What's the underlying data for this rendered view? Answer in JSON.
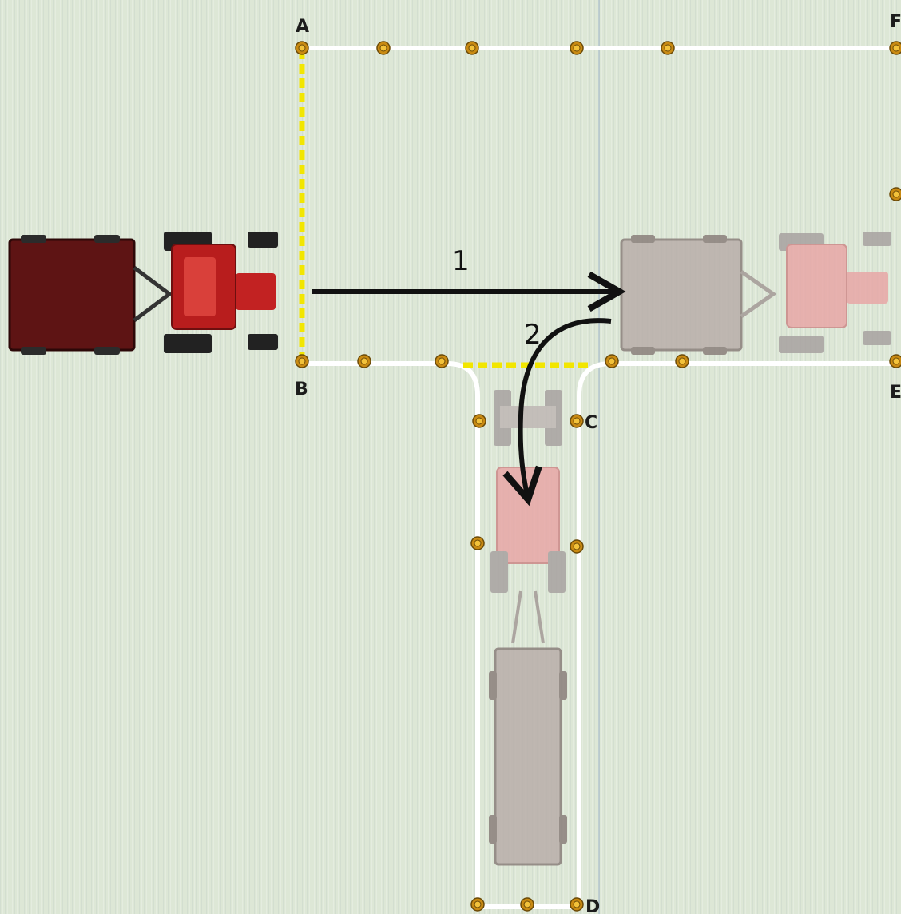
{
  "diagram": {
    "points": {
      "A": "A",
      "B": "B",
      "C": "C",
      "D": "D",
      "E": "E",
      "F": "F"
    },
    "steps": {
      "step1": "1",
      "step2": "2"
    },
    "colors": {
      "field": "#dde7d6",
      "line": "#ffffff",
      "dashed_boundary": "#f2e600",
      "cone_outer": "#c98a12",
      "cone_inner": "#f3c23a",
      "arrow": "#111111",
      "tractor_active": "#b81d1d",
      "trailer_active": "#5e1414",
      "tractor_ghost": "#e8a7a7",
      "trailer_ghost": "#b9aeaa"
    },
    "icons": {
      "cone": "traffic-cone-marker-icon",
      "tractor": "tractor-with-trailer-icon"
    }
  }
}
